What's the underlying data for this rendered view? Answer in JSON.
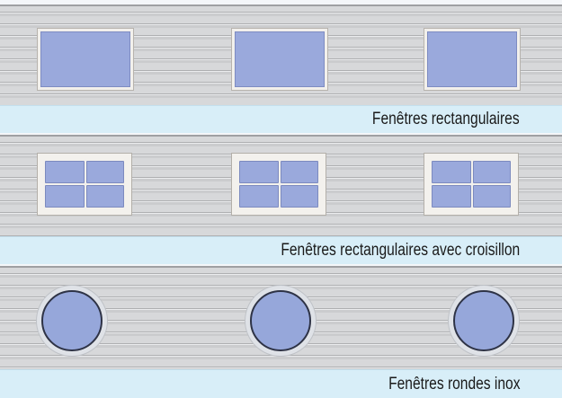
{
  "sections": [
    {
      "id": "rect",
      "window_style": "rectangular-plain",
      "window_count": 3,
      "label": "Fenêtres rectangulaires"
    },
    {
      "id": "rect-grid",
      "window_style": "rectangular-with-crossbars",
      "window_count": 3,
      "label": "Fenêtres rectangulaires avec croisillon"
    },
    {
      "id": "round",
      "window_style": "round-porthole",
      "window_count": 3,
      "label": "Fenêtres rondes inox"
    }
  ],
  "colors": {
    "panel": "#c6c7c9",
    "panel_rib": "#aeafb1",
    "glass": "#9aa9dc",
    "frame": "#f2f0ec",
    "band": "#d8eef8",
    "porthole_ring": "#dfe2e7",
    "porthole_rim": "#2e3346",
    "label_text": "#1a1a1a"
  }
}
